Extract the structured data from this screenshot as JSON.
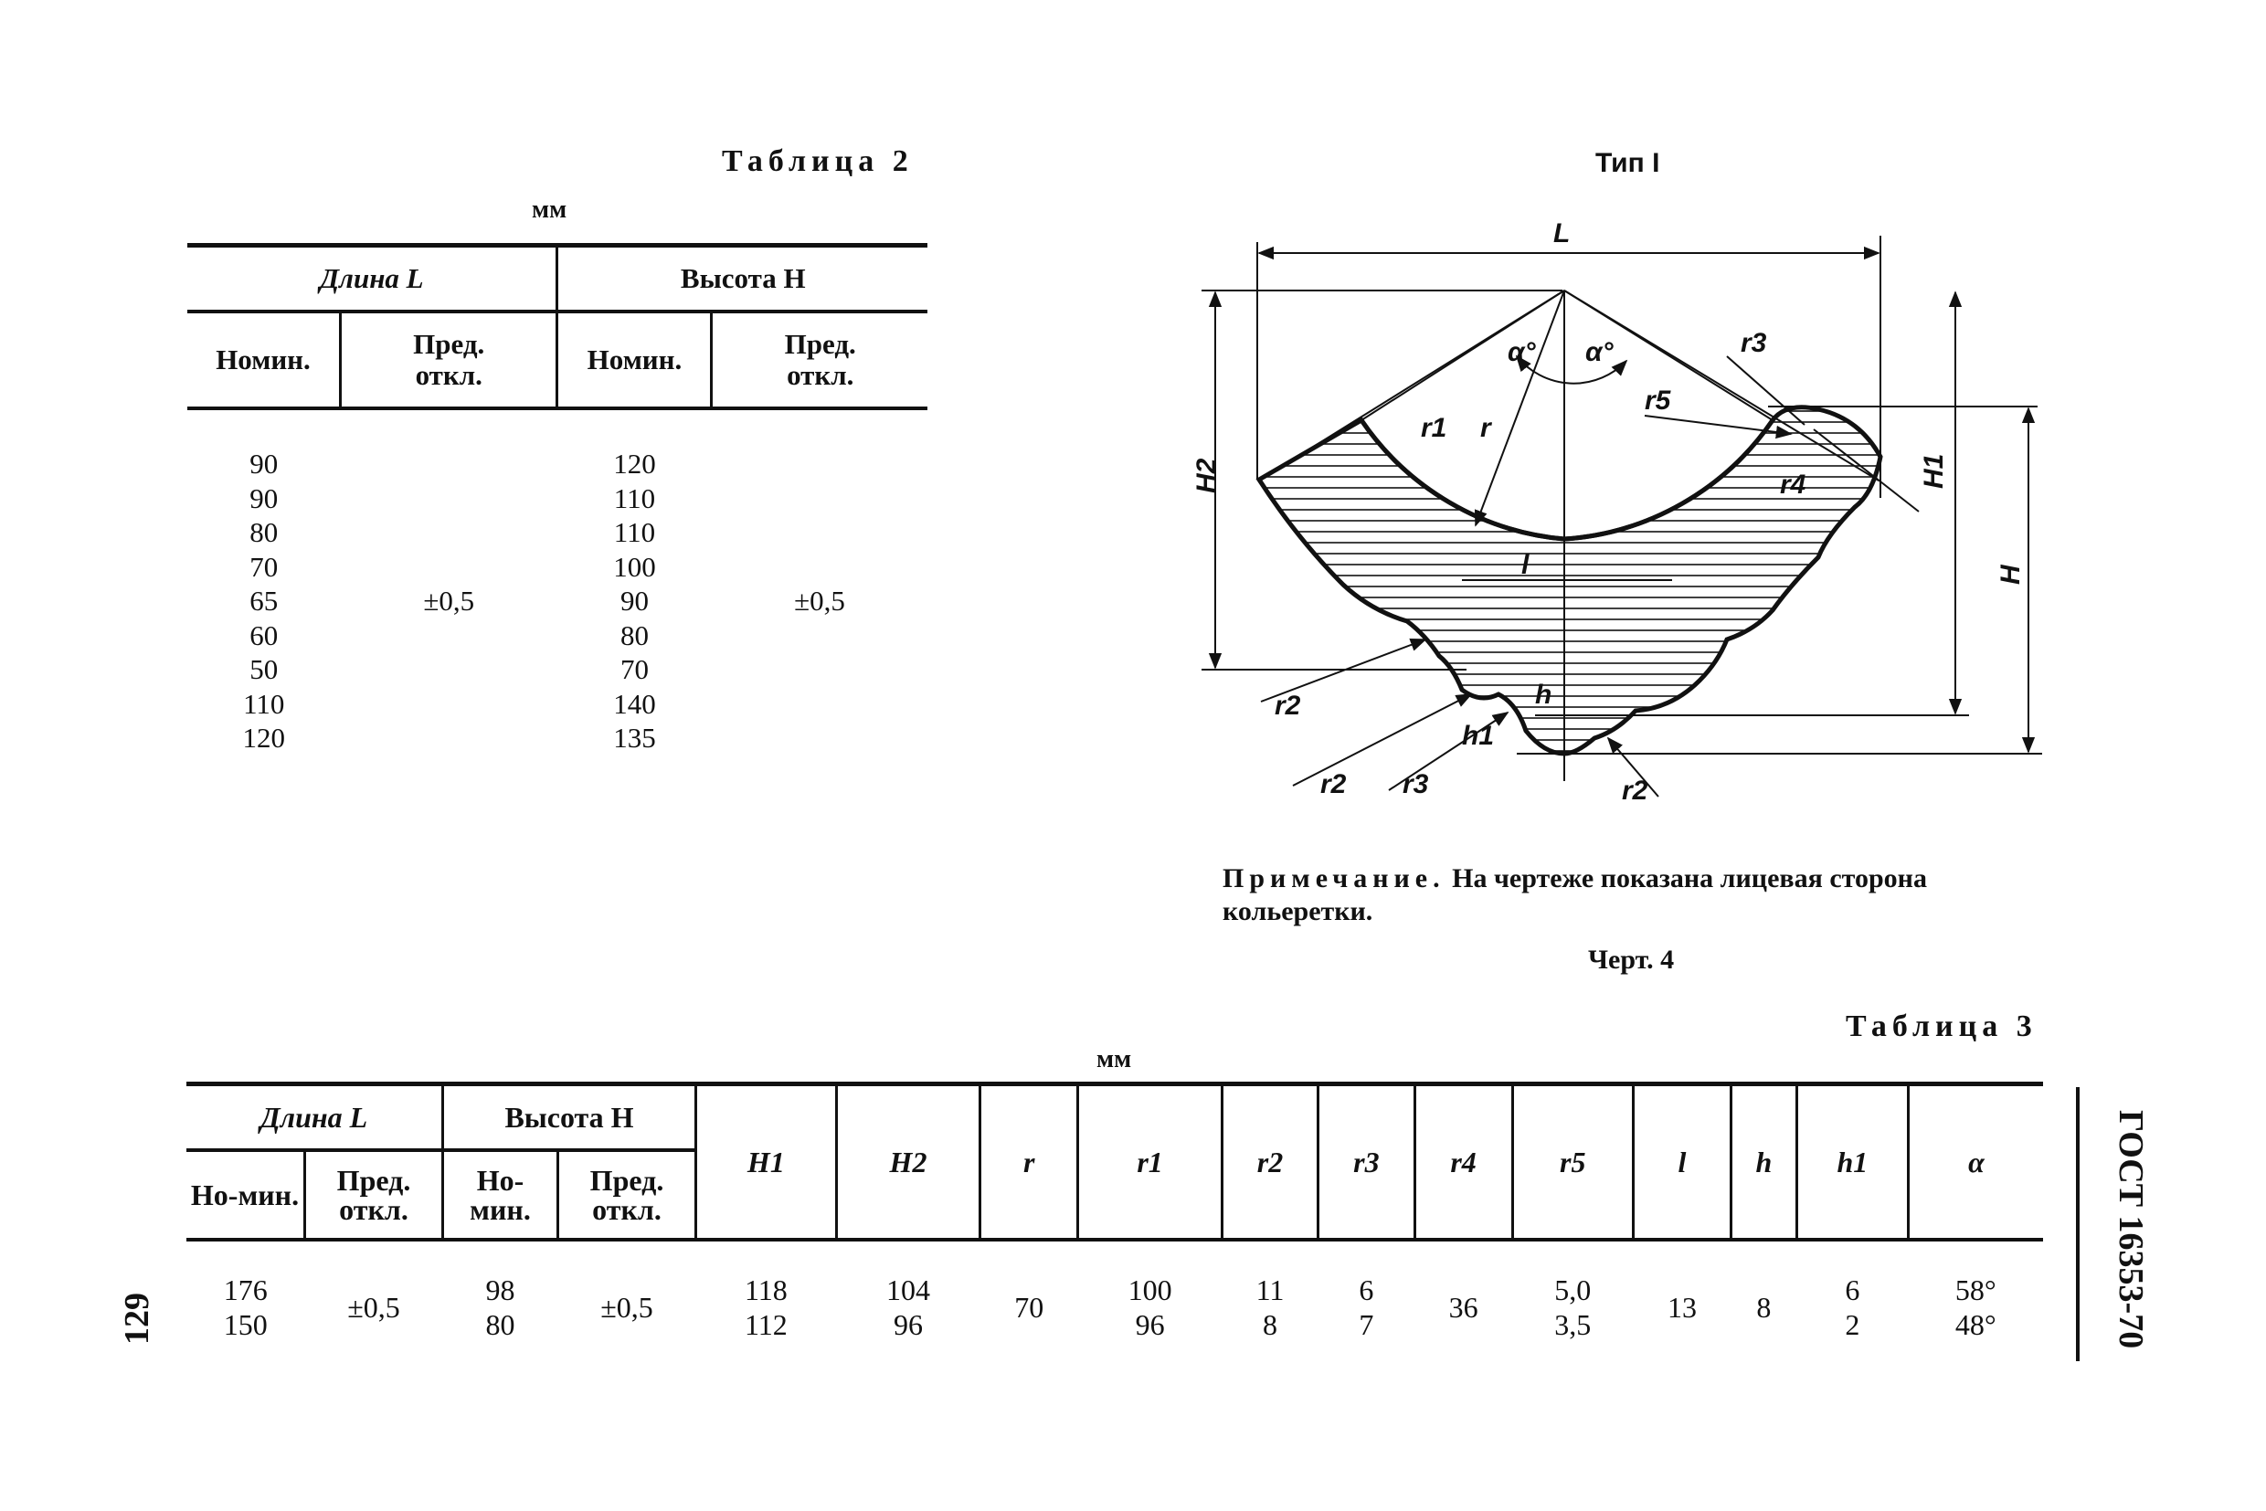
{
  "table2": {
    "title": "Таблица 2",
    "unit": "мм",
    "headers": {
      "length": "Длина L",
      "height": "Высота H",
      "nominal": "Номин.",
      "tolerance": "Пред. откл."
    },
    "length_nominal": [
      "90",
      "90",
      "80",
      "70",
      "65",
      "60",
      "50",
      "110",
      "120"
    ],
    "length_tolerance": "±0,5",
    "height_nominal": [
      "120",
      "110",
      "110",
      "100",
      "90",
      "80",
      "70",
      "140",
      "135"
    ],
    "height_tolerance": "±0,5"
  },
  "drawing": {
    "type_label": "Тип I",
    "labels": {
      "L": "L",
      "H": "H",
      "H1": "H1",
      "H2": "H2",
      "r": "r",
      "r1": "r1",
      "r2": "r2",
      "r3": "r3",
      "r4": "r4",
      "r5": "r5",
      "l": "l",
      "h": "h",
      "h1": "h1",
      "alpha1": "α°",
      "alpha2": "α°"
    },
    "note_prefix": "Примечание.",
    "note_text": "На чертеже показана лицевая сторона кольеретки.",
    "caption": "Черт. 4"
  },
  "table3": {
    "title": "Таблица 3",
    "unit": "мм",
    "headers": {
      "length": "Длина L",
      "height": "Высота H",
      "nominal": "Но-мин.",
      "tolerance": "Пред. откл.",
      "cols": [
        "H1",
        "H2",
        "r",
        "r1",
        "r2",
        "r3",
        "r4",
        "r5",
        "l",
        "h",
        "h1",
        "α"
      ]
    },
    "rows": [
      {
        "L": "176",
        "L_tol": "±0,5",
        "H": "98",
        "H_tol": "±0,5",
        "H1": "118",
        "H2": "104",
        "r": "70",
        "r1": "100",
        "r2": "11",
        "r3": "6",
        "r4": "36",
        "r5": "5,0",
        "l": "13",
        "h": "8",
        "h1": "6",
        "a": "58°"
      },
      {
        "L": "150",
        "H": "80",
        "H1": "112",
        "H2": "96",
        "r1": "96",
        "r2": "8",
        "r3": "7",
        "r5": "3,5",
        "h1": "2",
        "a": "48°"
      }
    ]
  },
  "side": {
    "standard": "ГОСТ 16353-70",
    "page_number": "129"
  }
}
